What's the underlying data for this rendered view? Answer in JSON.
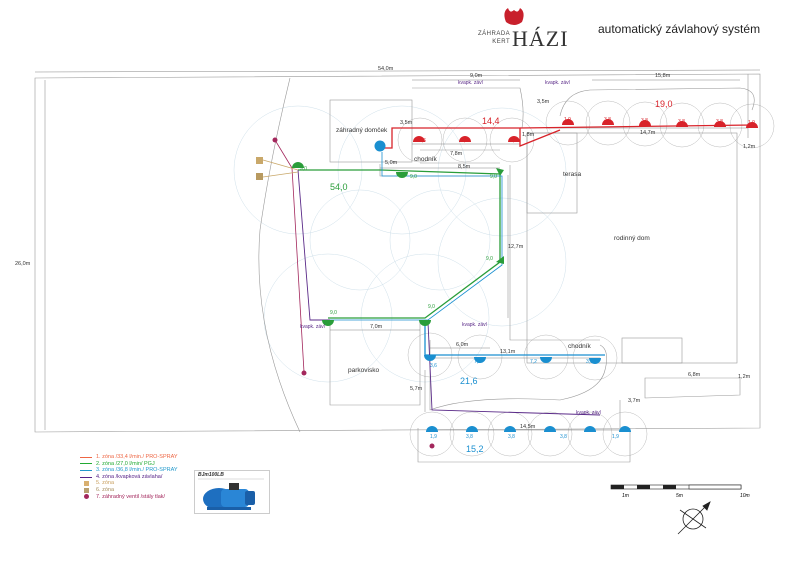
{
  "logo": {
    "line1": "ZÁHRADA",
    "line2": "KERT",
    "brand": "HÁZI"
  },
  "title": "automatický závlahový systém",
  "dimensions": {
    "top_total": "54,0m",
    "top_mid": "9,0m",
    "top_right": "15,8m",
    "left_height": "26,0m",
    "right_a": "1,2m",
    "right_b": "1,2m",
    "d35a": "3,5m",
    "d35b": "3,5m",
    "d18": "1,8m",
    "d78": "7,8m",
    "d147": "14,7m",
    "d50": "5,0m",
    "d85": "8,5m",
    "d127": "12,7m",
    "d70": "7,0m",
    "d60": "6,0m",
    "d131": "13,1m",
    "d57": "5,7m",
    "d145": "14,5m",
    "d37": "3,7m",
    "d68": "6,8m"
  },
  "labels": {
    "shed": "záhradný domček",
    "walk1": "chodník",
    "walk2": "chodník",
    "terrace": "terasa",
    "house": "rodinný dom",
    "parking": "parkovisko",
    "drip1": "kvapk. závl",
    "drip2": "kvapk. závl",
    "drip3": "kvapk. závl",
    "drip4": "kvapk. závl",
    "drip5": "kvapk. závl"
  },
  "zones": {
    "z1_flow": "14,4",
    "z1b_flow": "19,0",
    "z2_flow": "54,0",
    "z3_flow": "21,6",
    "z3b_flow": "15,2"
  },
  "sprinklers": {
    "red": [
      "3,6",
      "7,2",
      "3,6",
      "1,9",
      "3,8",
      "3,8",
      "3,8",
      "3,8",
      "1,9"
    ],
    "green": [
      "9,0",
      "9,0",
      "9,0",
      "9,0",
      "9,0",
      "9,0"
    ],
    "blue": [
      "3,6",
      "7,2",
      "7,2",
      "3,6",
      "1,9",
      "3,8",
      "3,8",
      "3,8",
      "1,9"
    ]
  },
  "legend": [
    {
      "color": "#e64",
      "type": "line",
      "text": "1. zóna /33,4 l/min./ PRO-SPRAY"
    },
    {
      "color": "#2a3",
      "type": "line",
      "text": "2. zóna /27,0 l/min/ PGJ"
    },
    {
      "color": "#29c",
      "type": "line",
      "text": "3. zóna /36,8 l/min./ PRO-SPRAY"
    },
    {
      "color": "#528",
      "type": "line",
      "text": "4. zóna /kvapková závlaha/"
    },
    {
      "color": "#d9b070",
      "type": "sq",
      "text": "5. zóna"
    },
    {
      "color": "#b8a070",
      "type": "sq",
      "text": "6. zóna"
    },
    {
      "color": "#a3275c",
      "type": "dot",
      "text": "7. záhradný ventil /stály tlak/"
    }
  ],
  "pump": {
    "label": "BJm100LB"
  },
  "scale": {
    "s1": "1m",
    "s2": "5m",
    "s3": "10m"
  },
  "colors": {
    "red": "#d8232a",
    "green": "#2a9d3a",
    "blue": "#1a8fd0",
    "purple": "#5a2a88",
    "magenta": "#a3275c",
    "tan": "#c9a86a"
  }
}
